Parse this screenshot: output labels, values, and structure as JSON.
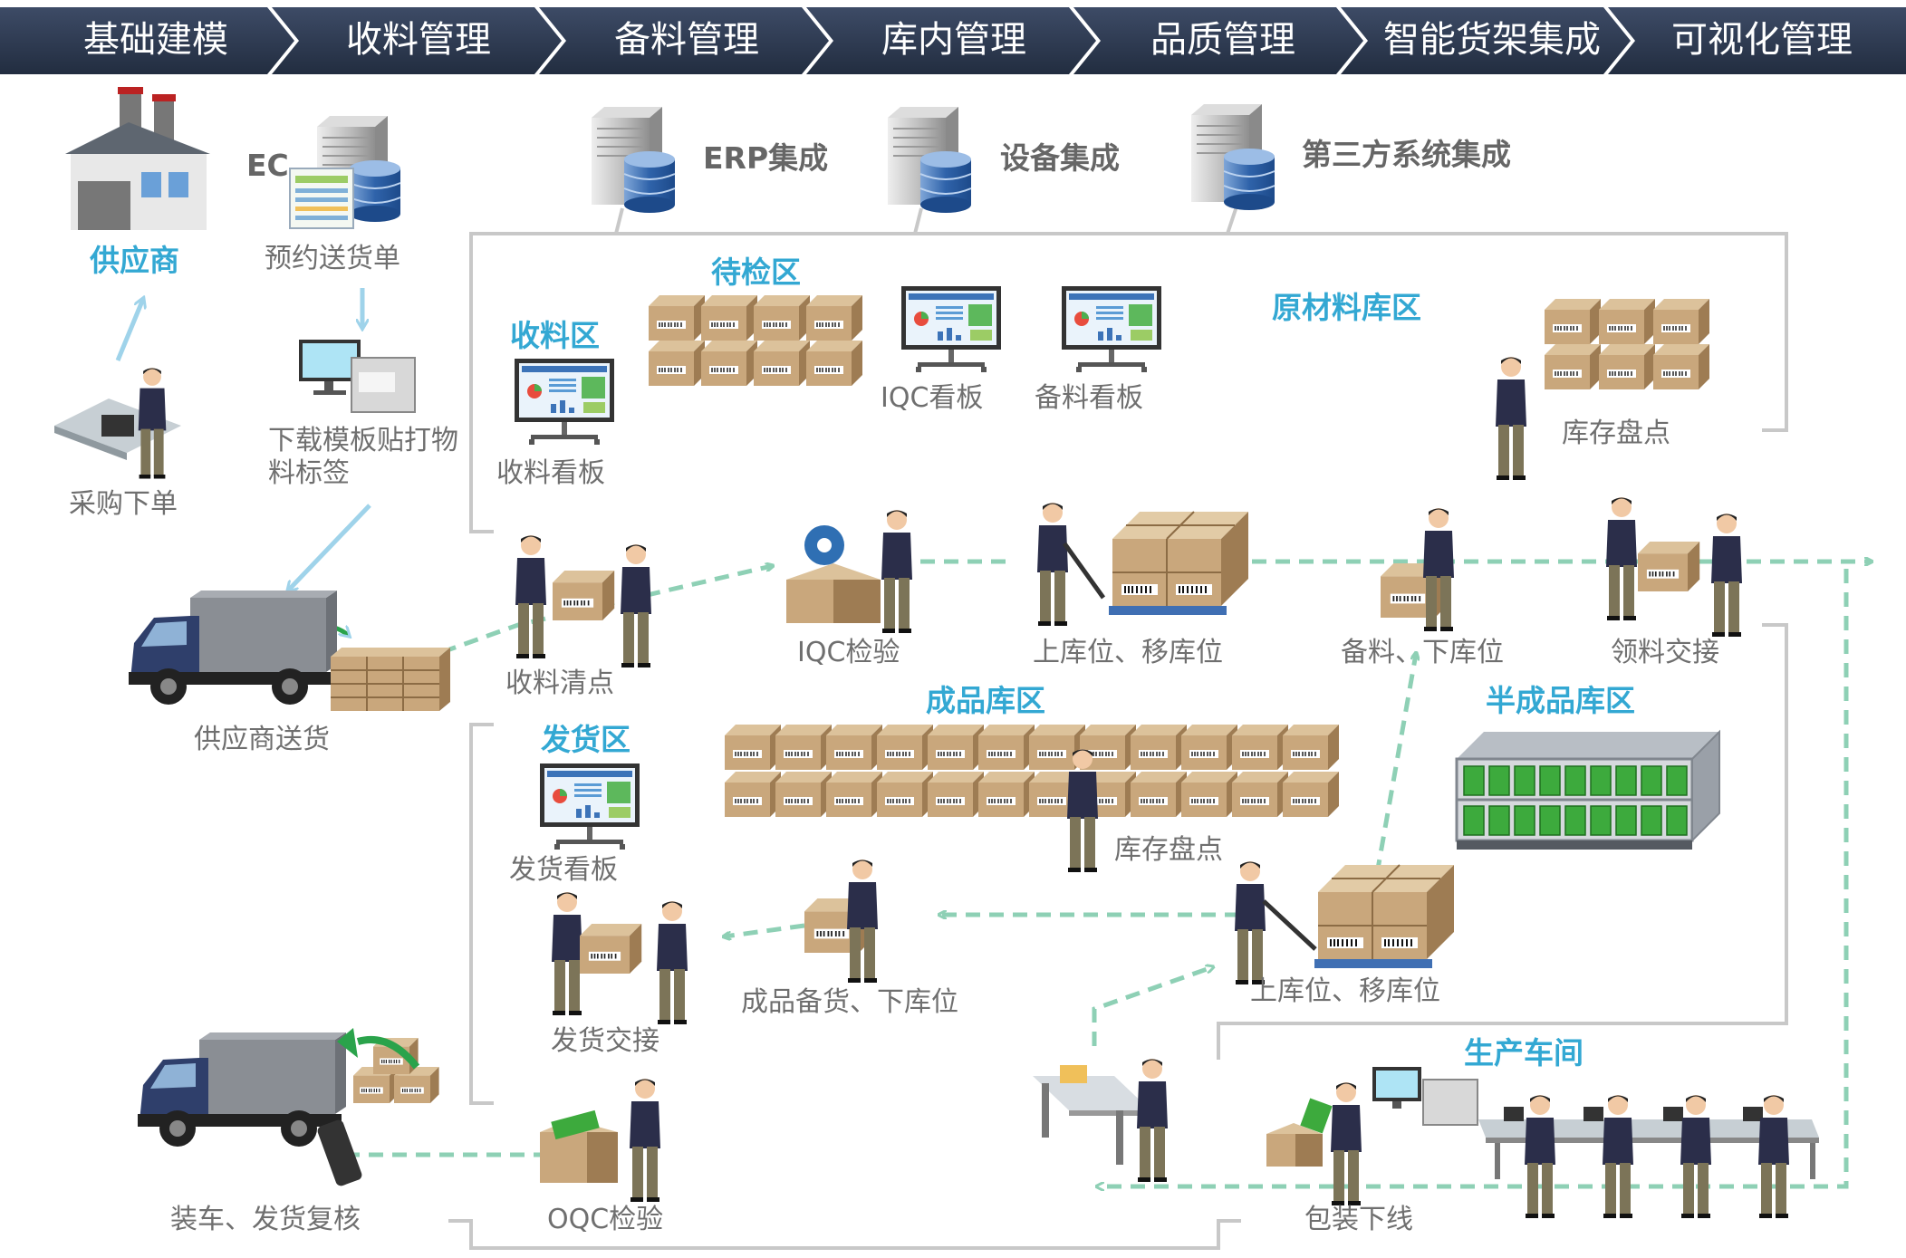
{
  "process_steps": [
    "基础建模",
    "收料管理",
    "备料管理",
    "库内管理",
    "品质管理",
    "智能货架集成",
    "可视化管理"
  ],
  "systems": {
    "ec": "EC",
    "erp": "ERP集成",
    "device": "设备集成",
    "third_party": "第三方系统集成"
  },
  "zones": {
    "supplier": "供应商",
    "pending_inspection": "待检区",
    "receiving": "收料区",
    "raw_material": "原材料库区",
    "finished_goods": "成品库区",
    "semi_finished": "半成品库区",
    "shipping": "发货区",
    "production": "生产车间"
  },
  "labels": {
    "purchase_order": "采购下单",
    "booking_delivery": "预约送货单",
    "print_label_line1": "下载模板贴打物",
    "print_label_line2": "料标签",
    "receiving_board": "收料看板",
    "iqc_board": "IQC看板",
    "prep_board": "备料看板",
    "stocktake_raw": "库存盘点",
    "receiving_count": "收料清点",
    "iqc_inspection": "IQC检验",
    "putaway_move": "上库位、移库位",
    "prep_pick": "备料、下库位",
    "issue_handover": "领料交接",
    "supplier_delivery": "供应商送货",
    "shipping_board": "发货看板",
    "stocktake_finished": "库存盘点",
    "shipping_handover": "发货交接",
    "finished_prep": "成品备货、下库位",
    "putaway_move_2": "上库位、移库位",
    "loading_recheck": "装车、发货复核",
    "oqc_inspection": "OQC检验",
    "packing_offline": "包装下线"
  },
  "colors": {
    "header_navy": "#2f3d55",
    "zone_blue": "#33a8d3",
    "flow_green": "#8ed0b5",
    "arrow_blue": "#9fd3ea",
    "box_tan": "#c9a77c",
    "frame_gray": "#c8c8c8"
  }
}
